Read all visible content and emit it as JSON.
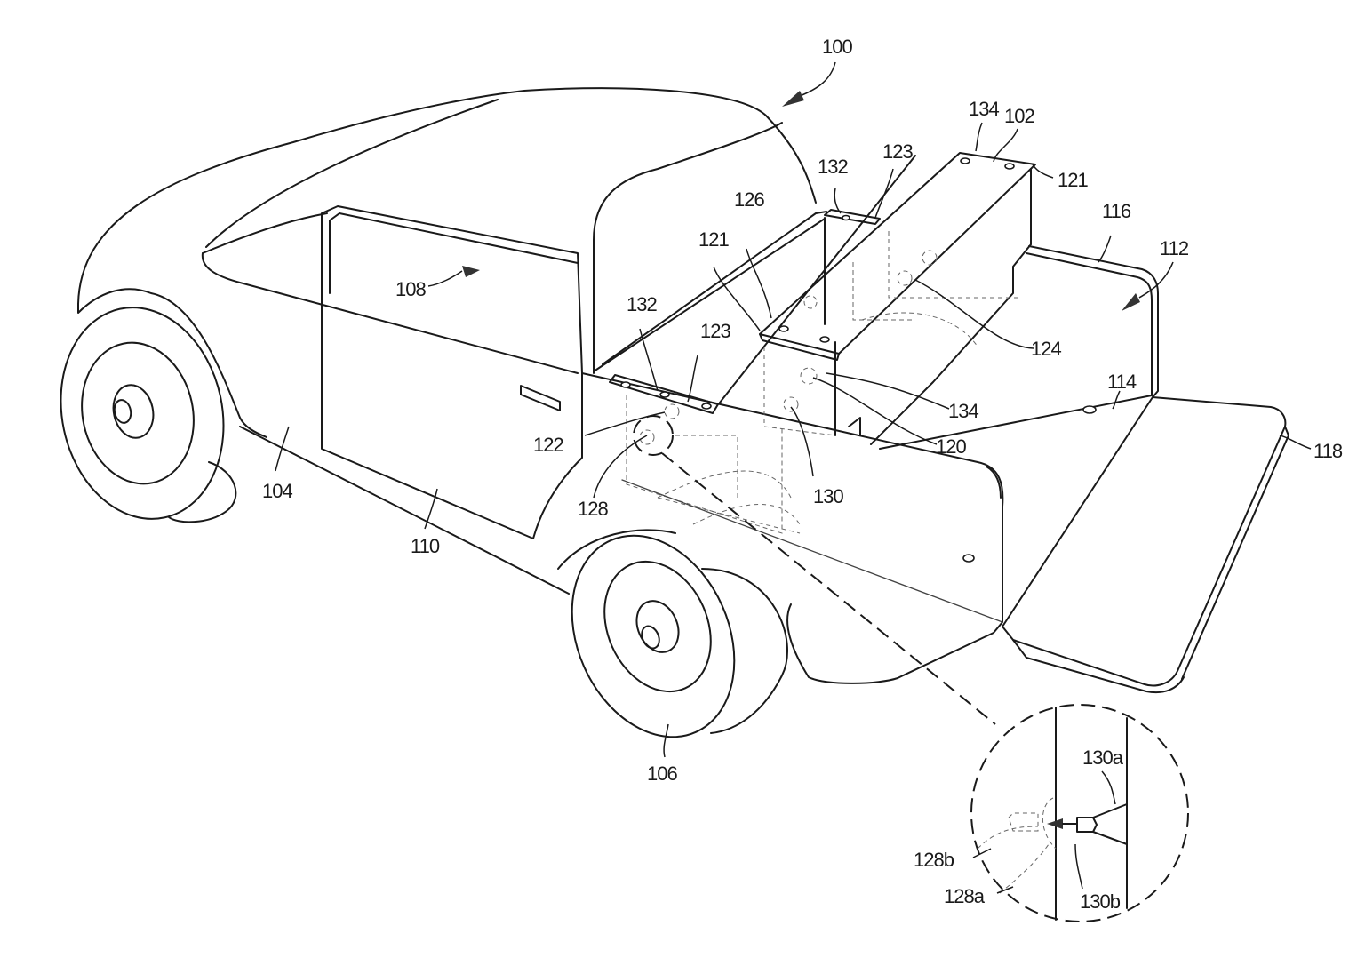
{
  "figure": {
    "type": "patent-drawing",
    "subject": "pickup truck with cargo bed divider system",
    "line_color": "#1a1a1a",
    "background": "#ffffff"
  },
  "labels": {
    "l100": "100",
    "l102": "102",
    "l104": "104",
    "l106": "106",
    "l108": "108",
    "l110": "110",
    "l112": "112",
    "l114": "114",
    "l116": "116",
    "l118": "118",
    "l120": "120",
    "l121a": "121",
    "l121b": "121",
    "l122": "122",
    "l123a": "123",
    "l123b": "123",
    "l124": "124",
    "l126": "126",
    "l128": "128",
    "l128a": "128a",
    "l128b": "128b",
    "l130": "130",
    "l130a": "130a",
    "l130b": "130b",
    "l132a": "132",
    "l132b": "132",
    "l134a": "134",
    "l134b": "134"
  }
}
